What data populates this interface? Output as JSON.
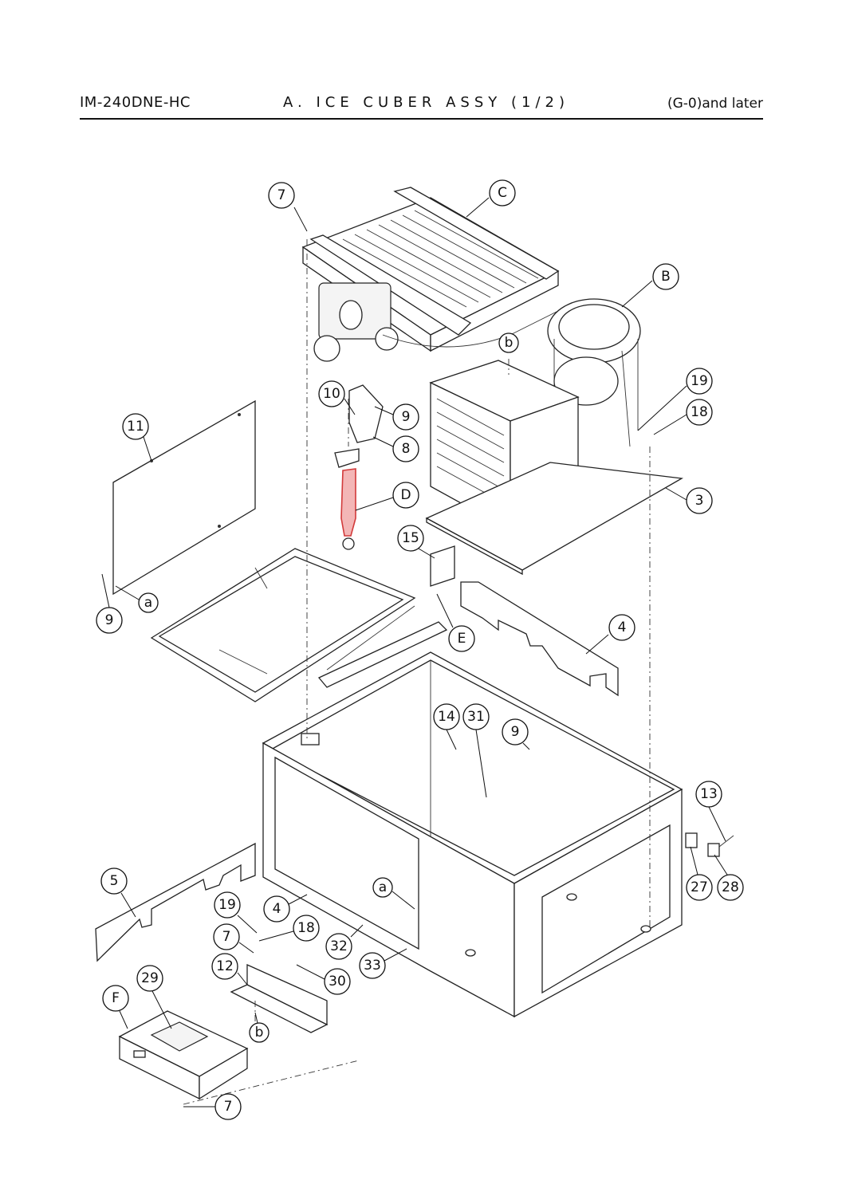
{
  "header": {
    "model": "IM-240DNE-HC",
    "title": "A. ICE CUBER ASSY (1/2)",
    "revision": "(G-0)and later"
  },
  "highlighted_part": "D",
  "highlight_color": "#d23a3a",
  "callouts": [
    {
      "id": "c-7a",
      "label": "7"
    },
    {
      "id": "c-C",
      "label": "C"
    },
    {
      "id": "c-B",
      "label": "B"
    },
    {
      "id": "c-b1",
      "label": "b"
    },
    {
      "id": "c-10",
      "label": "10"
    },
    {
      "id": "c-9a",
      "label": "9"
    },
    {
      "id": "c-8",
      "label": "8"
    },
    {
      "id": "c-19a",
      "label": "19"
    },
    {
      "id": "c-18a",
      "label": "18"
    },
    {
      "id": "c-3",
      "label": "3"
    },
    {
      "id": "c-11",
      "label": "11"
    },
    {
      "id": "c-D",
      "label": "D"
    },
    {
      "id": "c-15",
      "label": "15"
    },
    {
      "id": "c-a1",
      "label": "a"
    },
    {
      "id": "c-9b",
      "label": "9"
    },
    {
      "id": "c-E",
      "label": "E"
    },
    {
      "id": "c-4a",
      "label": "4"
    },
    {
      "id": "c-14",
      "label": "14"
    },
    {
      "id": "c-31",
      "label": "31"
    },
    {
      "id": "c-9c",
      "label": "9"
    },
    {
      "id": "c-13",
      "label": "13"
    },
    {
      "id": "c-27",
      "label": "27"
    },
    {
      "id": "c-28",
      "label": "28"
    },
    {
      "id": "c-5",
      "label": "5"
    },
    {
      "id": "c-a2",
      "label": "a"
    },
    {
      "id": "c-19b",
      "label": "19"
    },
    {
      "id": "c-4b",
      "label": "4"
    },
    {
      "id": "c-18b",
      "label": "18"
    },
    {
      "id": "c-7b",
      "label": "7"
    },
    {
      "id": "c-32",
      "label": "32"
    },
    {
      "id": "c-12",
      "label": "12"
    },
    {
      "id": "c-30",
      "label": "30"
    },
    {
      "id": "c-33",
      "label": "33"
    },
    {
      "id": "c-F",
      "label": "F"
    },
    {
      "id": "c-29",
      "label": "29"
    },
    {
      "id": "c-b2",
      "label": "b"
    },
    {
      "id": "c-7c",
      "label": "7"
    }
  ]
}
